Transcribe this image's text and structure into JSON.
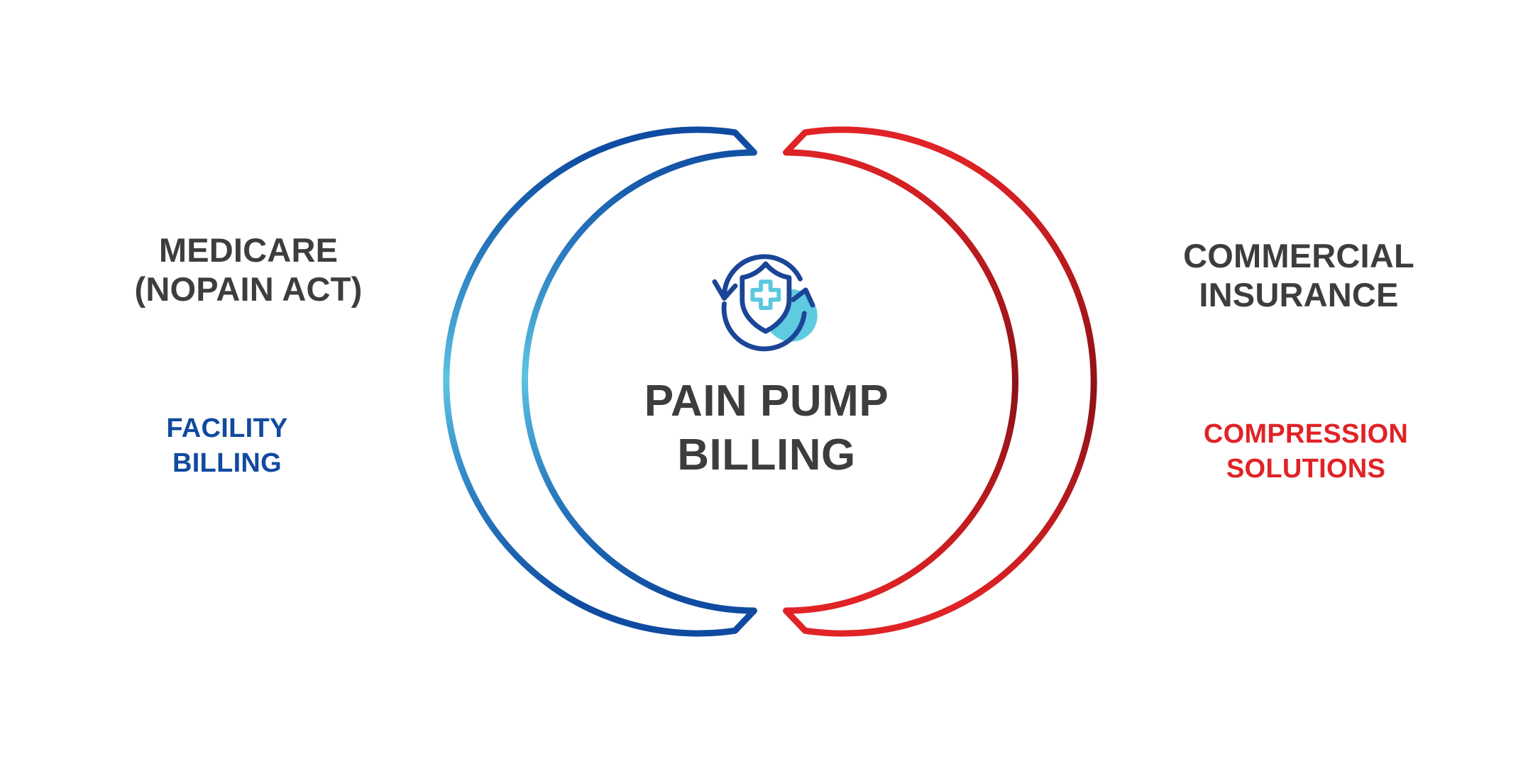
{
  "diagram": {
    "type": "two-branch-hub-diagram",
    "hub": {
      "title": "PAIN PUMP\nBILLING",
      "title_color": "#3d3d3f",
      "icon_name": "shield-medical-cross-refresh-icon",
      "icon_colors": {
        "outline": "#1b4596",
        "cross": "#5bc8e0",
        "accent_circle": "#5ecbe0"
      }
    },
    "branches": [
      {
        "side": "left",
        "title": "MEDICARE\n(NOPAIN ACT)",
        "title_color": "#3d3d3f",
        "subtitle": "FACILITY\nBILLING",
        "subtitle_color": "#114a9f",
        "arc_color_start": "#5bc4e2",
        "arc_color_end": "#0f4ba0",
        "connector_color_outer": "#12479d",
        "connector_color_inner": "#63c6e3"
      },
      {
        "side": "right",
        "title": "COMMERCIAL\nINSURANCE",
        "title_color": "#3d3d3f",
        "subtitle": "COMPRESSION\nSOLUTIONS",
        "subtitle_color": "#e02326",
        "arc_color_start": "#e02326",
        "arc_color_end": "#8c1218",
        "connector_color_outer": "#8c1218",
        "connector_color_inner": "#e02326"
      }
    ]
  },
  "colors": {
    "background": "#ffffff",
    "dark_text": "#3d3d3f",
    "brand_blue": "#114a9f",
    "brand_light_blue": "#5bc4e2",
    "brand_red": "#e02326",
    "brand_dark_red": "#8c1218",
    "icon_navy": "#1b4596",
    "icon_cyan": "#5ecbe0"
  }
}
